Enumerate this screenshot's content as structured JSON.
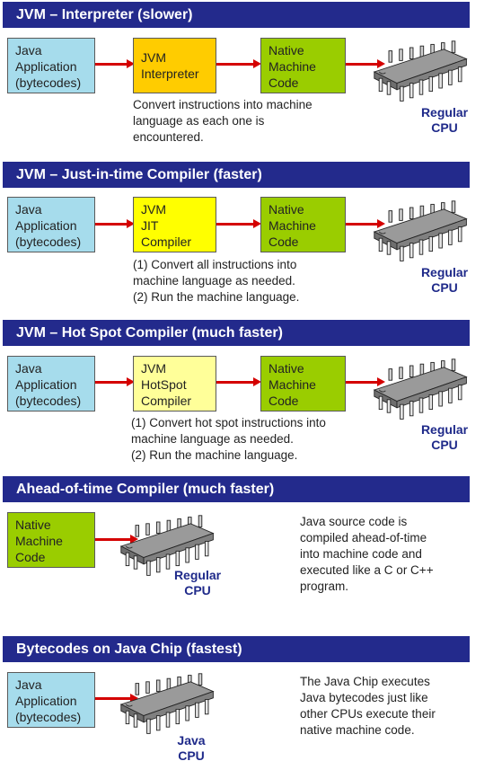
{
  "sections": [
    {
      "title": "JVM – Interpreter (slower)",
      "boxes": [
        {
          "lines": [
            "Java",
            "Application",
            "(bytecodes)"
          ]
        },
        {
          "lines": [
            "JVM",
            "Interpreter"
          ]
        },
        {
          "lines": [
            "Native",
            "Machine",
            "Code"
          ]
        }
      ],
      "note": [
        "Convert instructions into machine",
        "language as each one is",
        "encountered."
      ],
      "cpu_label": [
        "Regular",
        "CPU"
      ]
    },
    {
      "title": "JVM – Just-in-time Compiler (faster)",
      "boxes": [
        {
          "lines": [
            "Java",
            "Application",
            "(bytecodes)"
          ]
        },
        {
          "lines": [
            "JVM",
            "JIT",
            "Compiler"
          ]
        },
        {
          "lines": [
            "Native",
            "Machine",
            "Code"
          ]
        }
      ],
      "note": [
        "(1) Convert all instructions into",
        "machine language as needed.",
        "(2) Run the machine language."
      ],
      "cpu_label": [
        "Regular",
        "CPU"
      ]
    },
    {
      "title": "JVM – Hot Spot Compiler (much faster)",
      "boxes": [
        {
          "lines": [
            "Java",
            "Application",
            "(bytecodes)"
          ]
        },
        {
          "lines": [
            "JVM",
            "HotSpot",
            "Compiler"
          ]
        },
        {
          "lines": [
            "Native",
            "Machine",
            "Code"
          ]
        }
      ],
      "note": [
        "(1) Convert hot spot instructions into",
        "machine language as needed.",
        "(2)  Run the machine language."
      ],
      "cpu_label": [
        "Regular",
        "CPU"
      ]
    },
    {
      "title": "Ahead-of-time Compiler (much faster)",
      "boxes": [
        {
          "lines": [
            "Native",
            "Machine",
            "Code"
          ]
        }
      ],
      "note": [
        "Java source code is",
        "compiled ahead-of-time",
        "into machine code and",
        "executed like a C or C++",
        "program."
      ],
      "cpu_label": [
        "Regular",
        "CPU"
      ]
    },
    {
      "title": "Bytecodes on Java Chip (fastest)",
      "boxes": [
        {
          "lines": [
            "Java",
            "Application",
            "(bytecodes)"
          ]
        }
      ],
      "note": [
        "The Java Chip executes",
        "Java bytecodes just like",
        "other CPUs execute their",
        "native machine code."
      ],
      "cpu_label": [
        "Java",
        "CPU"
      ]
    }
  ],
  "colors": {
    "header_bg": "#232a8c",
    "java_box": "#a6dcec",
    "interpreter_box": "#ffcc00",
    "jit_box": "#ffff00",
    "hotspot_box": "#ffff99",
    "native_box": "#9acd00",
    "arrow": "#d40000",
    "cpu_label": "#1f2a8a"
  },
  "icons": [
    "cpu-chip-icon"
  ]
}
